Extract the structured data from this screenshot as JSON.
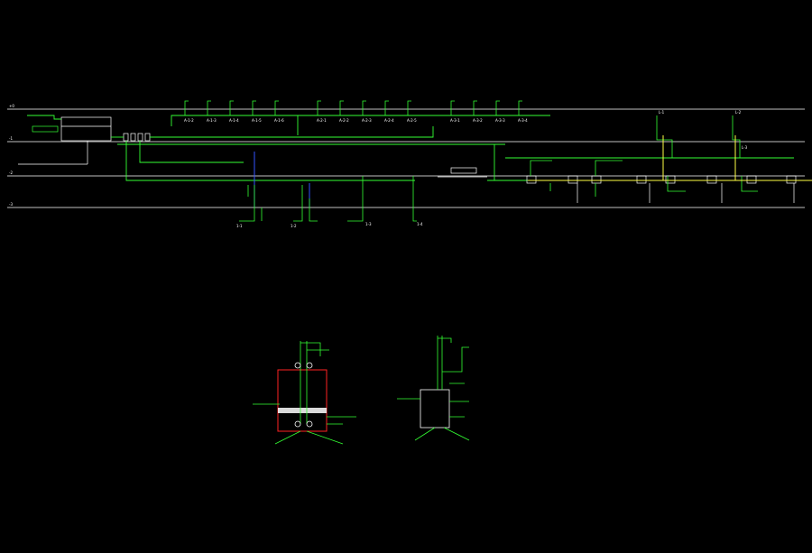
{
  "colors": {
    "background": "#000000",
    "floor_line": "#ffffff",
    "pipe_main": "#33ff33",
    "label_text": "#ffffff",
    "riser_blue": "#3355ff",
    "riser_yellow": "#ffff44",
    "tank_outline": "#ff2222",
    "tank_fill": "#ffffff"
  },
  "plan": {
    "branch_labels_group1": [
      "A-1-2",
      "A-1-3",
      "A-1-4",
      "A-1-5",
      "A-1-6"
    ],
    "branch_labels_group2": [
      "A-2-1",
      "A-2-2",
      "A-2-3",
      "A-2-4",
      "A-2-5"
    ],
    "branch_labels_group3": [
      "A-3-1",
      "A-3-2",
      "A-3-3",
      "A-3-4"
    ],
    "lower_labels": [
      "1-1",
      "1-2",
      "1-3",
      "1-4"
    ],
    "right_labels": [
      "L-1",
      "L-2",
      "L-3"
    ],
    "floor_marks": [
      "+0",
      "-1",
      "-2",
      "-3"
    ]
  }
}
